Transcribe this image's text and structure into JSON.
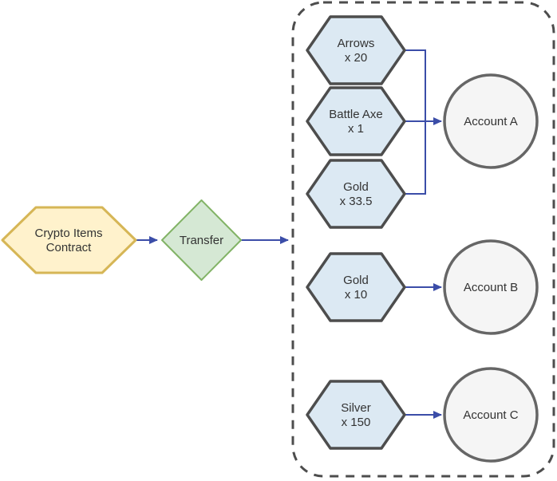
{
  "diagram": {
    "contract": {
      "line1": "Crypto Items",
      "line2": "Contract"
    },
    "transfer": {
      "label": "Transfer"
    },
    "items": [
      {
        "name": "Arrows",
        "qty": "x 20"
      },
      {
        "name": "Battle Axe",
        "qty": "x 1"
      },
      {
        "name": "Gold",
        "qty": "x 33.5"
      },
      {
        "name": "Gold",
        "qty": "x 10"
      },
      {
        "name": "Silver",
        "qty": "x 150"
      }
    ],
    "accounts": [
      {
        "label": "Account A"
      },
      {
        "label": "Account B"
      },
      {
        "label": "Account C"
      }
    ],
    "colors": {
      "contract_fill": "#FFF2CC",
      "contract_stroke": "#D6B656",
      "transfer_fill": "#D5E8D4",
      "transfer_stroke": "#82B366",
      "item_fill": "#DCE9F3",
      "item_stroke": "#4D4D4D",
      "account_fill": "#F5F5F5",
      "account_stroke": "#666666",
      "edge": "#3B4DA8",
      "container_stroke": "#4D4D4D",
      "text": "#333333"
    }
  }
}
